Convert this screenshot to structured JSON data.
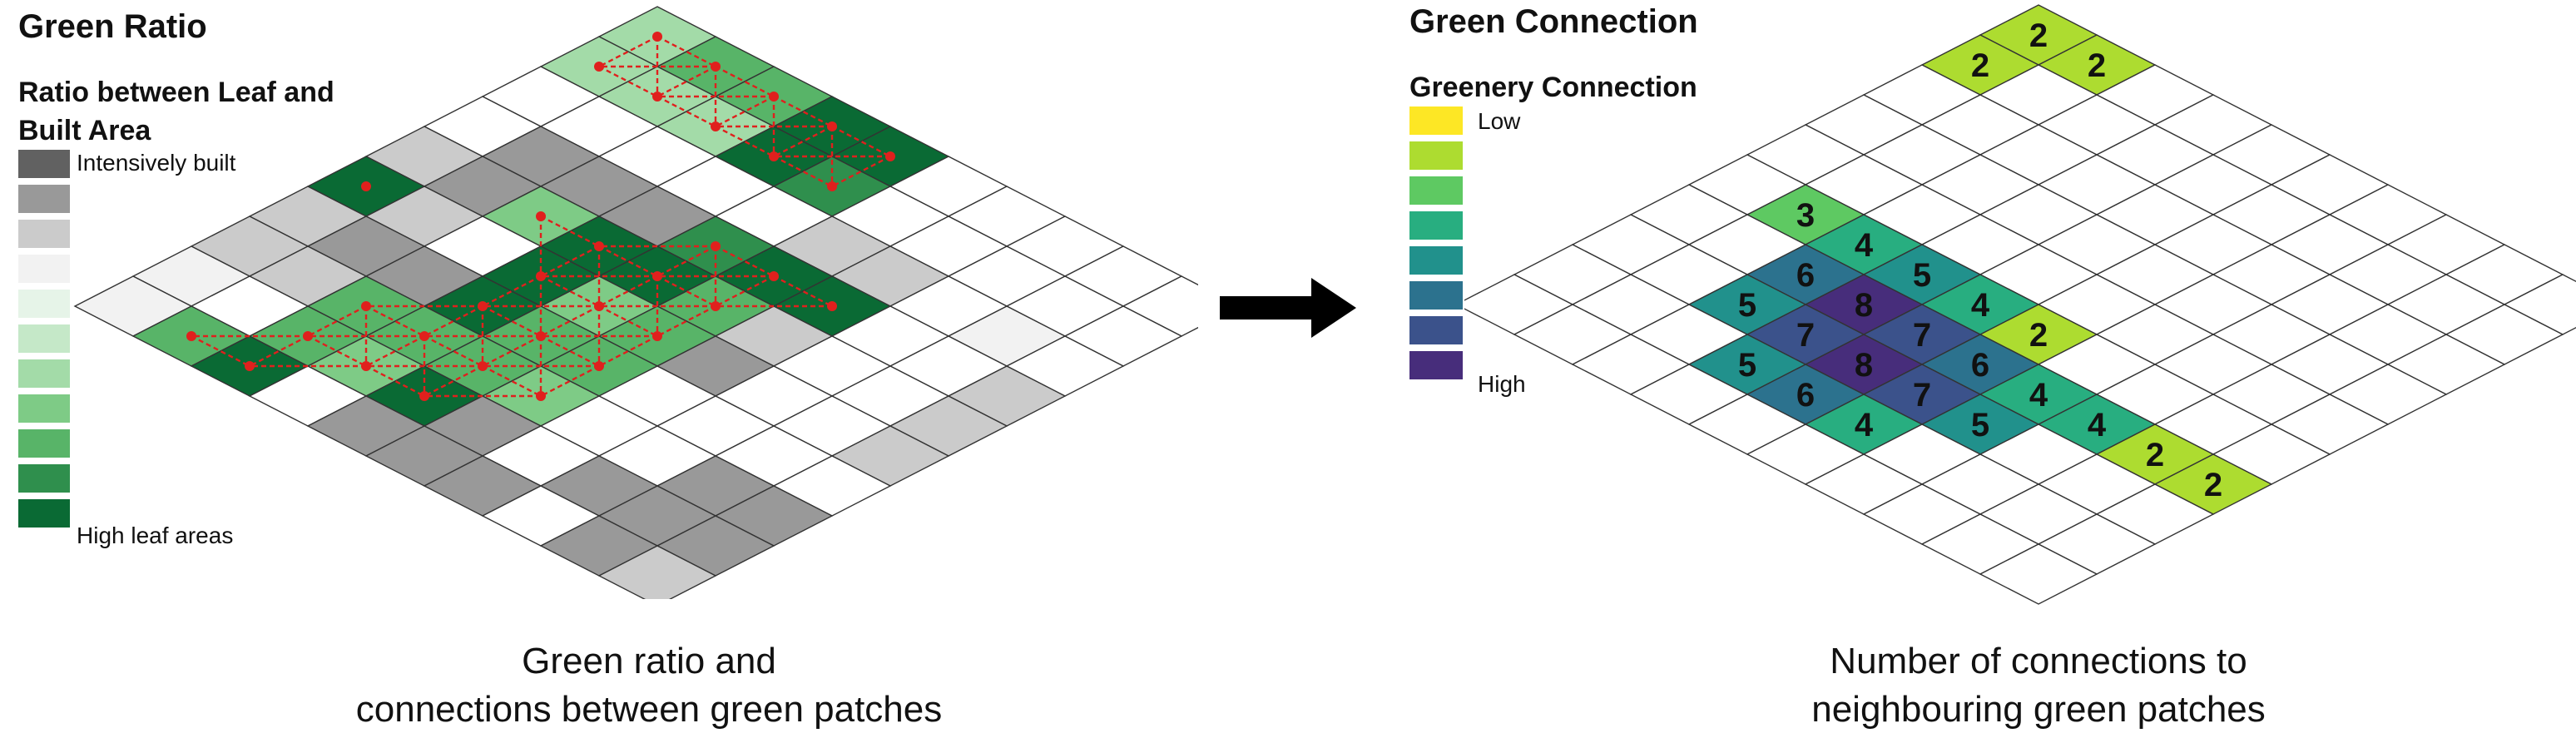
{
  "left": {
    "title": "Green Ratio",
    "legend_title_line1": "Ratio between Leaf and",
    "legend_title_line2": "Built Area",
    "legend_colors": [
      "#616161",
      "#999999",
      "#cbcbcb",
      "#f2f2f2",
      "#e6f4e8",
      "#c5e8c8",
      "#a3dba8",
      "#7ecb86",
      "#58b468",
      "#2f8f4d",
      "#0a6a34"
    ],
    "legend_top_label": "Intensively built",
    "legend_bottom_label": "High leaf areas",
    "caption_line1": "Green ratio and",
    "caption_line2": "connections between green patches",
    "grid_size": 10,
    "cells": [
      [
        6,
        8,
        8,
        10,
        10,
        0,
        0,
        0,
        0,
        0
      ],
      [
        6,
        6,
        6,
        10,
        9,
        0,
        0,
        0,
        0,
        0
      ],
      [
        0,
        0,
        0,
        0,
        0,
        2,
        2,
        0,
        3,
        0
      ],
      [
        0,
        1,
        1,
        1,
        9,
        10,
        10,
        0,
        0,
        2
      ],
      [
        2,
        1,
        7,
        10,
        10,
        8,
        2,
        0,
        0,
        2
      ],
      [
        10,
        2,
        0,
        10,
        7,
        8,
        1,
        0,
        0,
        2
      ],
      [
        2,
        1,
        1,
        10,
        8,
        8,
        0,
        0,
        0,
        0
      ],
      [
        2,
        2,
        8,
        8,
        8,
        7,
        0,
        0,
        1,
        1
      ],
      [
        3,
        0,
        8,
        7,
        10,
        1,
        0,
        1,
        1,
        1
      ],
      [
        3,
        8,
        10,
        0,
        1,
        1,
        1,
        0,
        1,
        2
      ]
    ]
  },
  "right": {
    "title": "Green Connection",
    "legend_title": "Greenery Connection",
    "legend_colors": [
      "#fde725",
      "#addc30",
      "#5ec962",
      "#28ae80",
      "#21918c",
      "#2c728e",
      "#3b528b",
      "#472d7b"
    ],
    "legend_low_label": "Low",
    "legend_high_label": "High",
    "caption_line1": "Number of connections to",
    "caption_line2": "neighbouring green patches",
    "grid_size": 10,
    "cells": [
      [
        "2",
        "2",
        "",
        "",
        "",
        "",
        "",
        "",
        "",
        ""
      ],
      [
        "2",
        "",
        "",
        "",
        "",
        "",
        "",
        "",
        "",
        ""
      ],
      [
        "",
        "",
        "",
        "",
        "",
        "",
        "",
        "",
        "",
        ""
      ],
      [
        "",
        "",
        "",
        "",
        "",
        "",
        "",
        "",
        "",
        ""
      ],
      [
        "",
        "",
        "",
        "",
        "",
        "",
        "",
        "",
        "",
        ""
      ],
      [
        "",
        "3",
        "4",
        "5",
        "4",
        "2",
        "",
        "",
        "",
        ""
      ],
      [
        "",
        "",
        "6",
        "8",
        "7",
        "6",
        "4",
        "4",
        "2",
        "2"
      ],
      [
        "",
        "",
        "5",
        "7",
        "8",
        "7",
        "5",
        "",
        "",
        ""
      ],
      [
        "",
        "",
        "",
        "5",
        "6",
        "4",
        "",
        "",
        "",
        ""
      ],
      [
        "",
        "",
        "",
        "",
        "",
        "",
        "",
        "",
        "",
        ""
      ]
    ]
  },
  "arrow_icon": "right-arrow-icon"
}
